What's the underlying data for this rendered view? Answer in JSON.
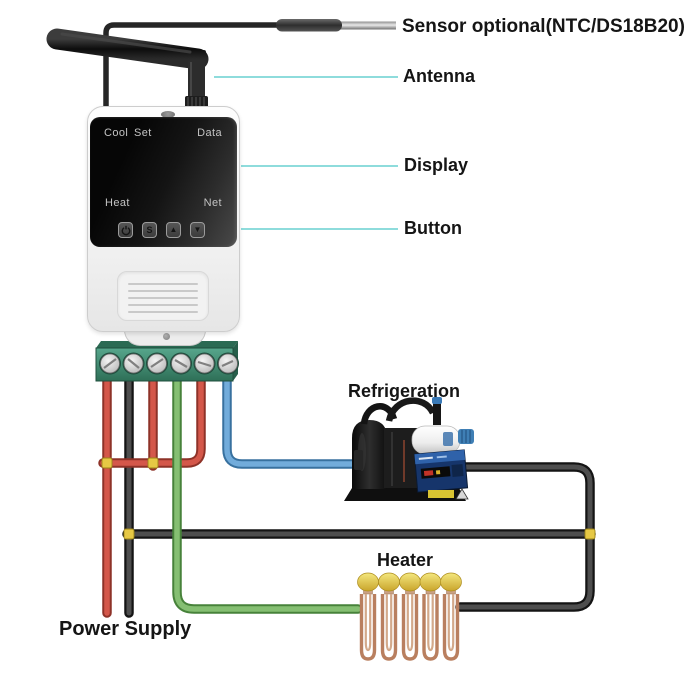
{
  "callouts": {
    "sensor": "Sensor optional(NTC/DS18B20)",
    "antenna": "Antenna",
    "display": "Display",
    "button": "Button"
  },
  "components": {
    "refrigeration": "Refrigeration",
    "heater": "Heater",
    "power_supply": "Power Supply"
  },
  "device_panel": {
    "cool": "Cool",
    "set": "Set",
    "data": "Data",
    "heat": "Heat",
    "net": "Net",
    "btn_power_icon": "power-icon",
    "btn_s": "S",
    "btn_up": "▲",
    "btn_down": "▼"
  },
  "wiring": {
    "terminal_count": 6,
    "wire_colors_left_to_right": [
      "red",
      "black",
      "red",
      "green",
      "red",
      "blue"
    ],
    "heater_element_count": 5
  },
  "colors": {
    "leader_line": "#8edcdc",
    "wire_red": "#d4574a",
    "wire_black": "#4e4e4e",
    "wire_green": "#85bf72",
    "wire_blue": "#72acdb",
    "terminal_block": "#3e8e74",
    "junction": "#e6c844",
    "heater_cap": "#e9d54f",
    "heater_coil": "#bf8465"
  }
}
